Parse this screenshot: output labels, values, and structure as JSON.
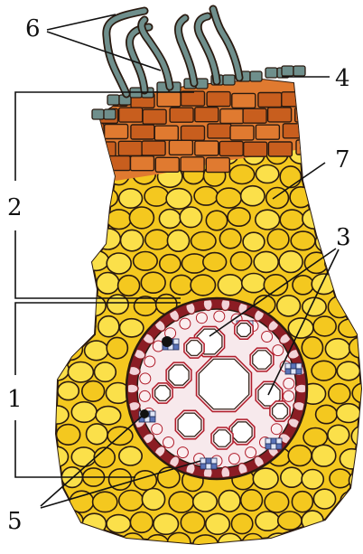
{
  "labels": {
    "l1": "1",
    "l2": "2",
    "l3": "3",
    "l4": "4",
    "l5": "5",
    "l6": "6",
    "l7": "7"
  },
  "colors": {
    "epiblema": "#e07a30",
    "epiblema_dark": "#c85e1e",
    "cortex": "#f4c81f",
    "cortex_light": "#fbe04a",
    "cell_wall": "#2a1a10",
    "exodermis": "#6f8f8c",
    "root_hair": "#6f8f8c",
    "endodermis": "#8b1d24",
    "phloem": "#5a73b8",
    "xylem_fill": "#ffffff",
    "xylem_wall": "#b01c2a"
  }
}
